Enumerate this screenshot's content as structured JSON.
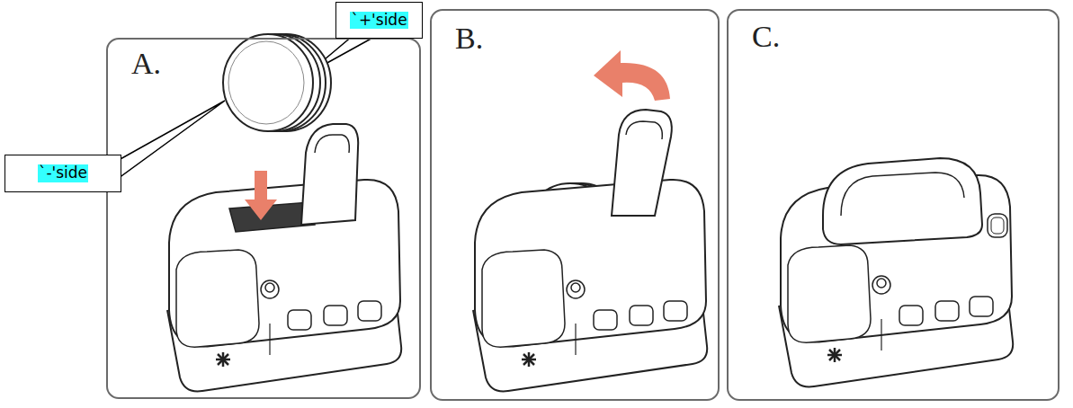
{
  "diagram": {
    "nodes": [
      {
        "text": [
          "A."
        ]
      },
      {
        "text": [
          "`+'side"
        ]
      },
      {
        "text": [
          "`-'side"
        ]
      },
      {
        "text": [
          "B."
        ]
      },
      {
        "text": [
          "C."
        ]
      }
    ]
  }
}
